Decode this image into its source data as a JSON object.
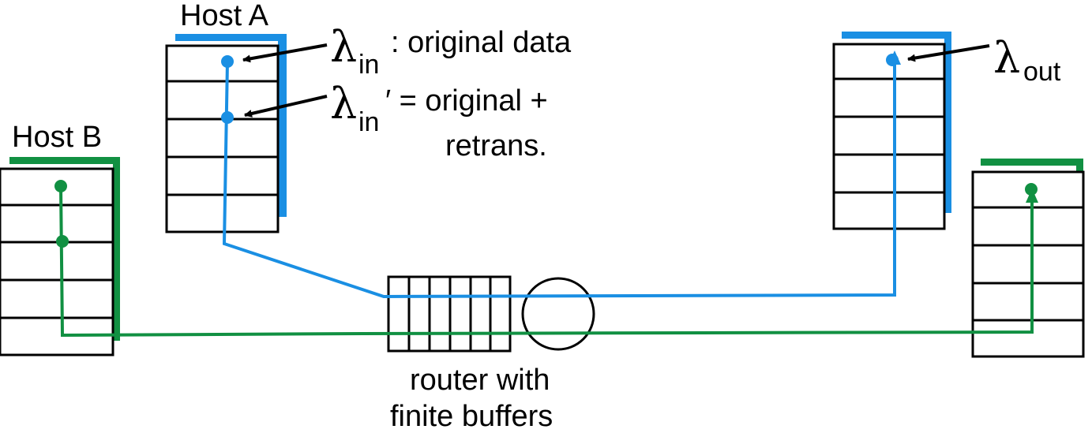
{
  "labels": {
    "host_a": "Host A",
    "host_b": "Host B",
    "lambda": "λ",
    "in_sub": "in",
    "out_sub": "out",
    "lambda_in_desc": ": original data",
    "lambda_in_prime_eq": "′ = original +",
    "lambda_in_prime_cont": "retrans.",
    "router_line1": "router with",
    "router_line2": "finite buffers"
  },
  "colors": {
    "host_a_flow": "#1a8fe3",
    "host_b_flow": "#119042",
    "outline": "#000000"
  }
}
